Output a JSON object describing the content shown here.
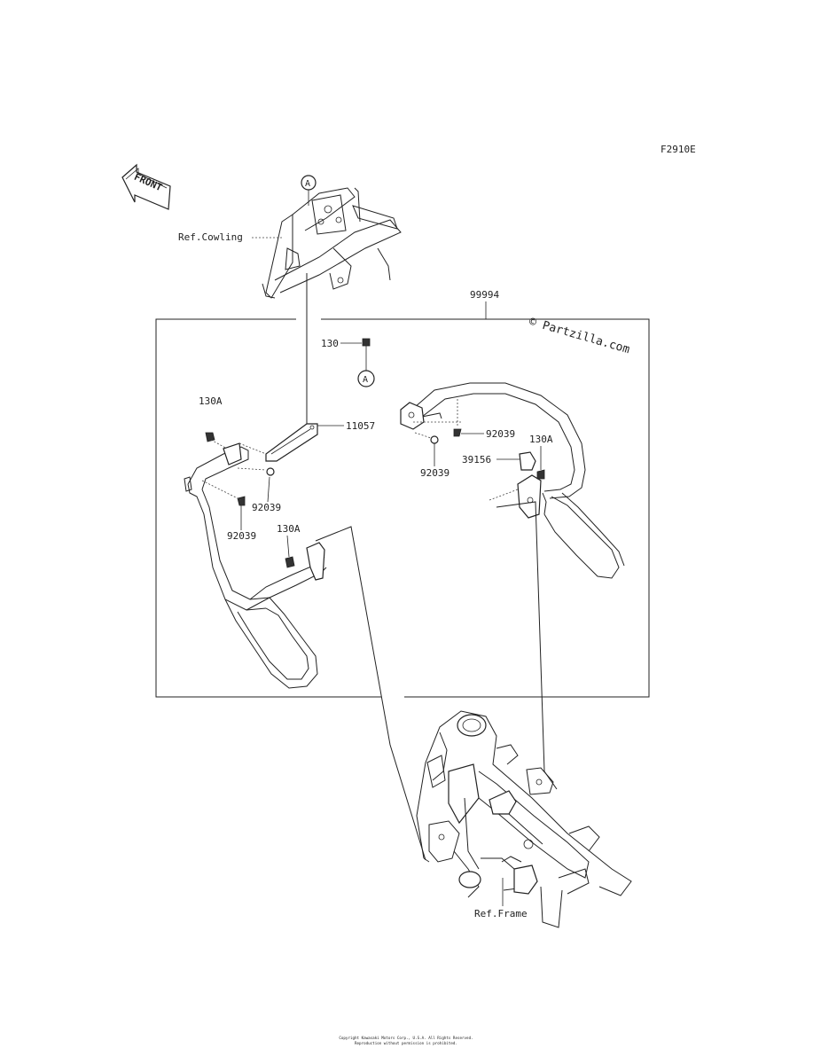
{
  "diagram_code": "F2910E",
  "front_arrow_label": "FRONT",
  "watermark": "© Partzilla.com",
  "reference_labels": {
    "cowling": "Ref.Cowling",
    "frame": "Ref.Frame"
  },
  "callout_markers": {
    "a_top": "A",
    "a_bolt": "A"
  },
  "part_labels": {
    "kit": "99994",
    "bolt_130": "130",
    "bolt_130a_left_top": "130A",
    "bracket_11057": "11057",
    "grommet_92039_left_a": "92039",
    "grommet_92039_left_b": "92039",
    "bolt_130a_left_bottom": "130A",
    "grommet_92039_right_a": "92039",
    "grommet_92039_right_b": "92039",
    "bolt_130a_right": "130A",
    "clamp_39156": "39156"
  },
  "footer": {
    "line1": "Copyright Kawasaki Motors Corp., U.S.A. All Rights Reserved.",
    "line2": "Reproduction without permission is prohibited."
  }
}
